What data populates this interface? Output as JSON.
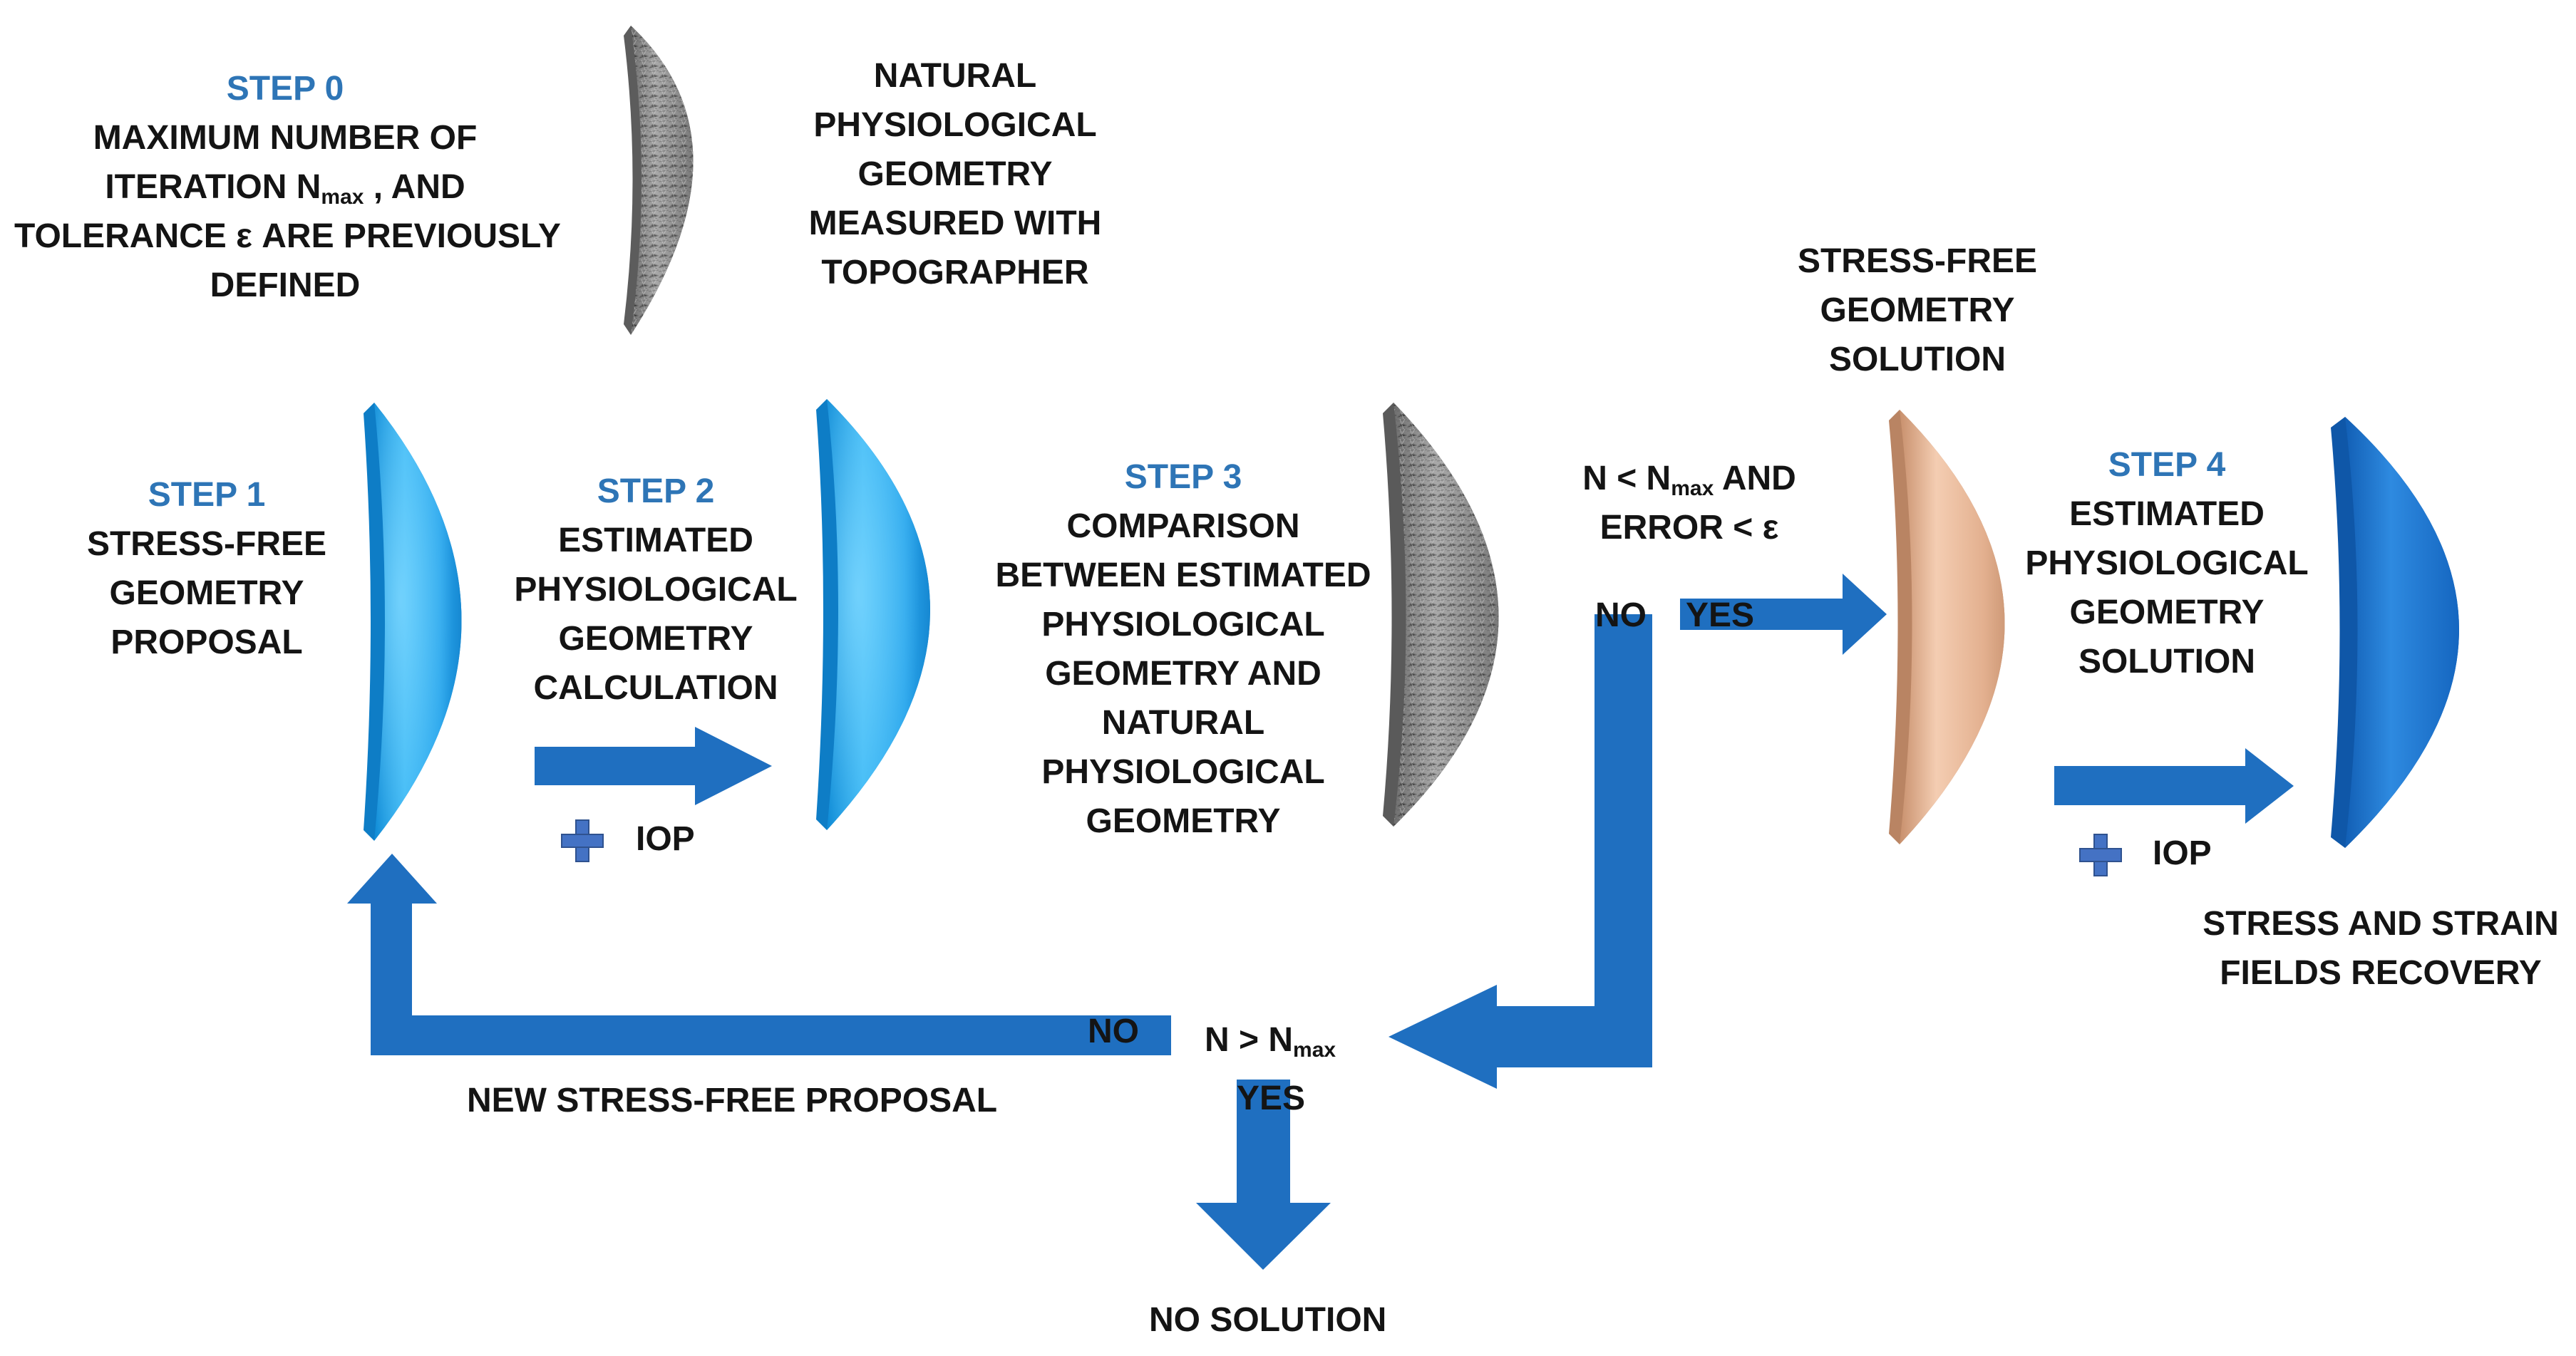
{
  "colors": {
    "arrow": "#1F6FC0",
    "step_label": "#2E75B6",
    "text": "#141414",
    "lens_blue": "#29A6E8",
    "lens_dark_blue": "#1C7DD3",
    "lens_peach": "#E2B393",
    "lens_gray": "#8A8A8A",
    "plus": "#4472C4"
  },
  "icons": {
    "plus": "plus-icon",
    "lenses": [
      "cornea-shell-natural",
      "cornea-shell-stress-free-proposal",
      "cornea-shell-estimated",
      "cornea-shell-comparison",
      "cornea-shell-stress-free-solution",
      "cornea-shell-physiological-solution"
    ]
  },
  "step0": {
    "title": "STEP 0",
    "line1": "MAXIMUM NUMBER OF",
    "line2_pre": "ITERATION  N",
    "line2_sub": "max",
    "line2_post": " , AND",
    "line3": "TOLERANCE ε ARE PREVIOUSLY",
    "line4": "DEFINED"
  },
  "natural": {
    "lines": [
      "NATURAL",
      "PHYSIOLOGICAL",
      "GEOMETRY",
      "MEASURED WITH",
      "TOPOGRAPHER"
    ]
  },
  "step1": {
    "title": "STEP 1",
    "lines": [
      "STRESS-FREE",
      "GEOMETRY",
      "PROPOSAL"
    ]
  },
  "step2": {
    "title": "STEP 2",
    "lines": [
      "ESTIMATED",
      "PHYSIOLOGICAL",
      "GEOMETRY",
      "CALCULATION"
    ],
    "iop": "IOP"
  },
  "step3": {
    "title": "STEP 3",
    "lines": [
      "COMPARISON",
      "BETWEEN ESTIMATED",
      "PHYSIOLOGICAL",
      "GEOMETRY AND",
      "NATURAL",
      "PHYSIOLOGICAL",
      "GEOMETRY"
    ]
  },
  "condition1": {
    "line1_pre": "N < N",
    "line1_sub": "max",
    "line1_post": " AND",
    "line2": "ERROR < ε",
    "no": "NO",
    "yes": "YES"
  },
  "stress_free_solution": {
    "lines": [
      "STRESS-FREE",
      "GEOMETRY",
      "SOLUTION"
    ]
  },
  "step4": {
    "title": "STEP 4",
    "lines": [
      "ESTIMATED",
      "PHYSIOLOGICAL",
      "GEOMETRY",
      "SOLUTION"
    ],
    "iop": "IOP"
  },
  "recovery": {
    "lines": [
      "STRESS AND STRAIN",
      "FIELDS RECOVERY"
    ]
  },
  "condition2": {
    "pre": "N > N",
    "sub": "max",
    "no": "NO",
    "yes": "YES"
  },
  "new_proposal": "NEW STRESS-FREE PROPOSAL",
  "no_solution": "NO SOLUTION"
}
